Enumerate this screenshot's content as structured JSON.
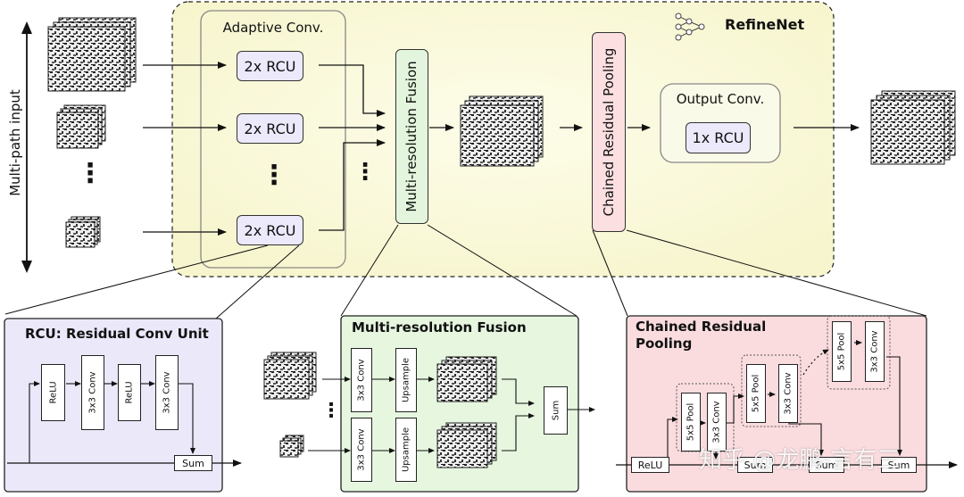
{
  "top": {
    "multi_path_label": "Multi-path input",
    "adaptive_conv_title": "Adaptive Conv.",
    "rcu_label": "2x RCU",
    "mrf_label": "Multi-resolution Fusion",
    "crp_label": "Chained Residual Pooling",
    "output_conv_title": "Output Conv.",
    "output_rcu_label": "1x RCU",
    "refinenet_title": "RefineNet",
    "dots": "⋮"
  },
  "rcu_panel": {
    "title": "RCU: Residual Conv Unit",
    "relu": "ReLU",
    "conv": "3x3 Conv",
    "sum": "Sum"
  },
  "mrf_panel": {
    "title": "Multi-resolution Fusion",
    "conv": "3x3 Conv",
    "upsample": "Upsample",
    "sum": "Sum",
    "dots": "⋮"
  },
  "crp_panel": {
    "title_line1": "Chained Residual",
    "title_line2": "Pooling",
    "relu": "ReLU",
    "pool": "5x5 Pool",
    "conv": "3x3 Conv",
    "sum": "Sum"
  },
  "watermark": "知乎 @龙鹏-言有三",
  "colors": {
    "refinenet_bg": "#fbfbe2",
    "rcu_fill": "#ece9fb",
    "mrf_fill": "#e3f5dc",
    "crp_fill": "#fbdfe1",
    "rcu_panel_bg": "#ebe8fa",
    "mrf_panel_bg": "#e6f6df",
    "crp_panel_bg": "#fadcdf"
  }
}
